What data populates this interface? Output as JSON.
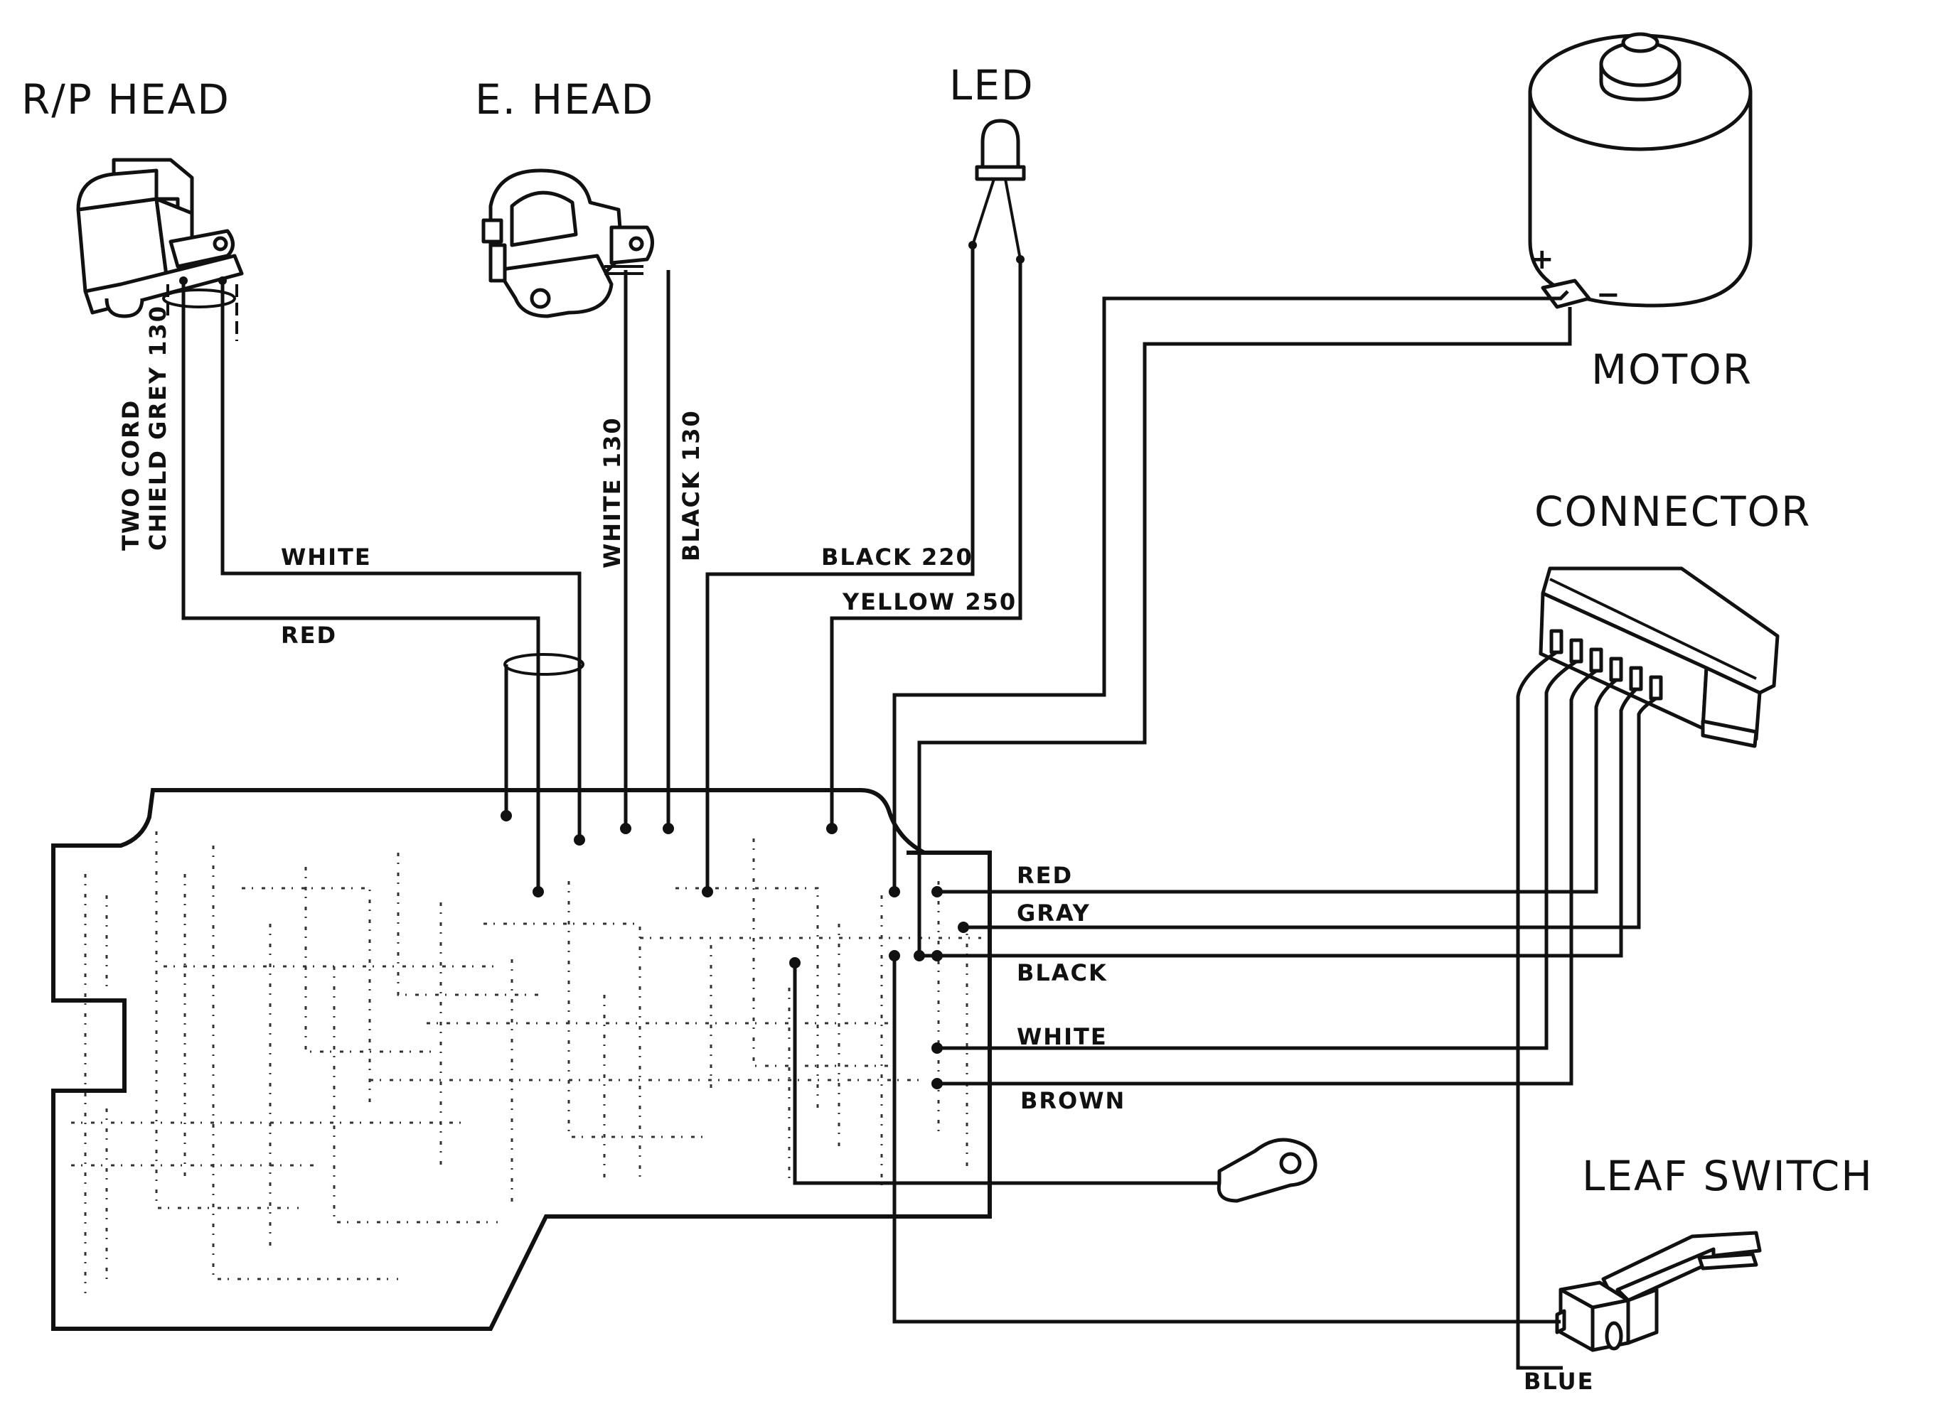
{
  "components": {
    "rp_head": "R/P HEAD",
    "e_head": "E. HEAD",
    "led": "LED",
    "motor": "MOTOR",
    "connector": "CONNECTOR",
    "leaf_switch": "LEAF SWITCH"
  },
  "wire_labels": {
    "two_cord": "TWO CORD",
    "shield_grey": "CHIELD GREY 130",
    "rp_white": "WHITE",
    "rp_red": "RED",
    "ehead_white": "WHITE 130",
    "ehead_black": "BLACK 130",
    "led_black": "BLACK 220",
    "led_yellow": "YELLOW 250",
    "conn_red": "RED",
    "conn_gray": "GRAY",
    "conn_black": "BLACK",
    "conn_white": "WHITE",
    "conn_brown": "BROWN",
    "switch_blue": "BLUE"
  },
  "motor_terminals": {
    "plus": "+",
    "minus": "−"
  }
}
